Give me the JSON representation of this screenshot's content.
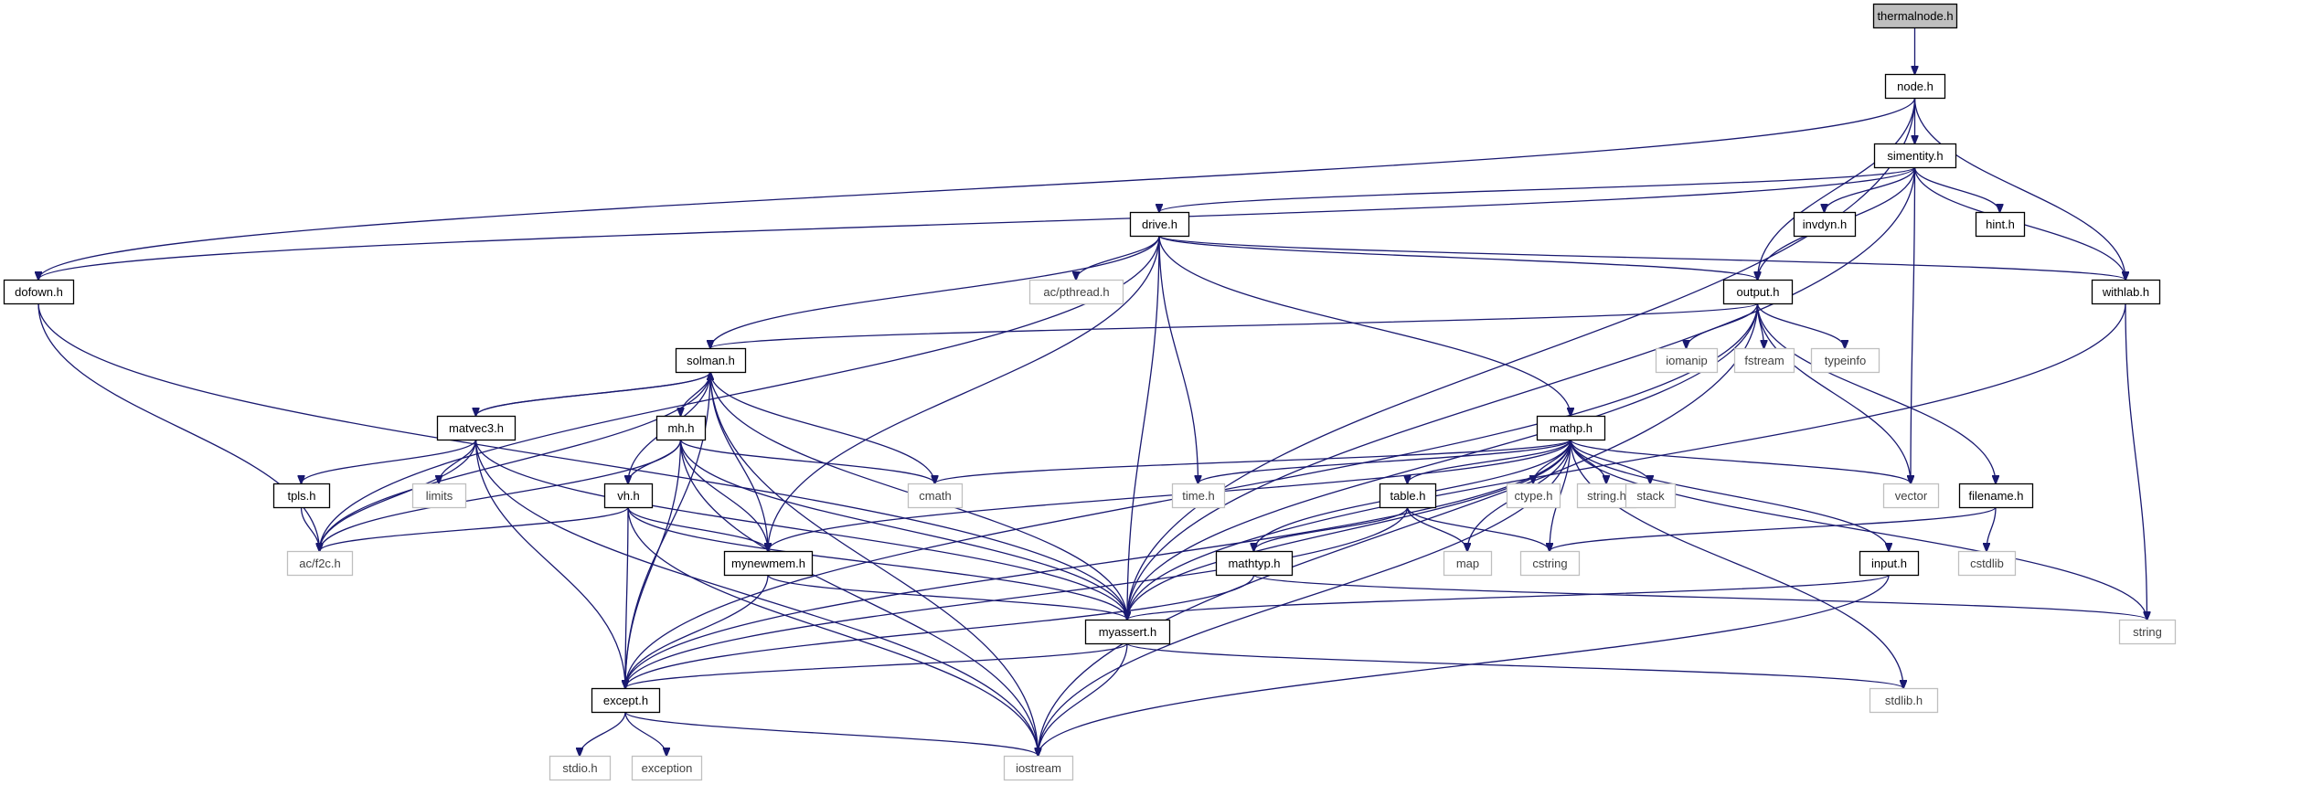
{
  "graph": {
    "colors": {
      "edge": "#191970",
      "node_border": "#000000",
      "external_border": "#bfbfbf",
      "external_text": "#404040",
      "root_fill": "#bfbfbf",
      "node_fill": "#ffffff"
    },
    "nodes": [
      {
        "id": "thermalnode",
        "label": "thermalnode.h",
        "kind": "root"
      },
      {
        "id": "node",
        "label": "node.h",
        "kind": "file"
      },
      {
        "id": "simentity",
        "label": "simentity.h",
        "kind": "file"
      },
      {
        "id": "drive",
        "label": "drive.h",
        "kind": "file"
      },
      {
        "id": "invdyn",
        "label": "invdyn.h",
        "kind": "file"
      },
      {
        "id": "hint",
        "label": "hint.h",
        "kind": "file"
      },
      {
        "id": "dofown",
        "label": "dofown.h",
        "kind": "file"
      },
      {
        "id": "pthread",
        "label": "ac/pthread.h",
        "kind": "external"
      },
      {
        "id": "output",
        "label": "output.h",
        "kind": "file"
      },
      {
        "id": "withlab",
        "label": "withlab.h",
        "kind": "file"
      },
      {
        "id": "solman",
        "label": "solman.h",
        "kind": "file"
      },
      {
        "id": "iomanip",
        "label": "iomanip",
        "kind": "external"
      },
      {
        "id": "fstream",
        "label": "fstream",
        "kind": "external"
      },
      {
        "id": "typeinfo",
        "label": "typeinfo",
        "kind": "external"
      },
      {
        "id": "matvec3",
        "label": "matvec3.h",
        "kind": "file"
      },
      {
        "id": "mh",
        "label": "mh.h",
        "kind": "file"
      },
      {
        "id": "mathp",
        "label": "mathp.h",
        "kind": "file"
      },
      {
        "id": "tpls",
        "label": "tpls.h",
        "kind": "file"
      },
      {
        "id": "limits",
        "label": "limits",
        "kind": "external"
      },
      {
        "id": "vh",
        "label": "vh.h",
        "kind": "file"
      },
      {
        "id": "cmath",
        "label": "cmath",
        "kind": "external"
      },
      {
        "id": "timeh",
        "label": "time.h",
        "kind": "external"
      },
      {
        "id": "table",
        "label": "table.h",
        "kind": "file"
      },
      {
        "id": "ctype",
        "label": "ctype.h",
        "kind": "external"
      },
      {
        "id": "stringh",
        "label": "string.h",
        "kind": "external"
      },
      {
        "id": "stack",
        "label": "stack",
        "kind": "external"
      },
      {
        "id": "vector",
        "label": "vector",
        "kind": "external"
      },
      {
        "id": "filename",
        "label": "filename.h",
        "kind": "file"
      },
      {
        "id": "f2c",
        "label": "ac/f2c.h",
        "kind": "external"
      },
      {
        "id": "mynewmem",
        "label": "mynewmem.h",
        "kind": "file"
      },
      {
        "id": "mathtyp",
        "label": "mathtyp.h",
        "kind": "file"
      },
      {
        "id": "map",
        "label": "map",
        "kind": "external"
      },
      {
        "id": "cstring",
        "label": "cstring",
        "kind": "external"
      },
      {
        "id": "input",
        "label": "input.h",
        "kind": "file"
      },
      {
        "id": "cstdlib",
        "label": "cstdlib",
        "kind": "external"
      },
      {
        "id": "myassert",
        "label": "myassert.h",
        "kind": "file"
      },
      {
        "id": "string",
        "label": "string",
        "kind": "external"
      },
      {
        "id": "except",
        "label": "except.h",
        "kind": "file"
      },
      {
        "id": "stdlib",
        "label": "stdlib.h",
        "kind": "external"
      },
      {
        "id": "stdio",
        "label": "stdio.h",
        "kind": "external"
      },
      {
        "id": "exception",
        "label": "exception",
        "kind": "external"
      },
      {
        "id": "iostream",
        "label": "iostream",
        "kind": "external"
      }
    ],
    "edges": [
      [
        "thermalnode",
        "node"
      ],
      [
        "node",
        "simentity"
      ],
      [
        "node",
        "dofown"
      ],
      [
        "node",
        "output"
      ],
      [
        "node",
        "withlab"
      ],
      [
        "node",
        "myassert"
      ],
      [
        "simentity",
        "dofown"
      ],
      [
        "simentity",
        "drive"
      ],
      [
        "simentity",
        "invdyn"
      ],
      [
        "simentity",
        "hint"
      ],
      [
        "simentity",
        "output"
      ],
      [
        "simentity",
        "withlab"
      ],
      [
        "simentity",
        "vector"
      ],
      [
        "simentity",
        "myassert"
      ],
      [
        "drive",
        "pthread"
      ],
      [
        "drive",
        "output"
      ],
      [
        "drive",
        "withlab"
      ],
      [
        "drive",
        "solman"
      ],
      [
        "drive",
        "mathp"
      ],
      [
        "drive",
        "timeh"
      ],
      [
        "drive",
        "myassert"
      ],
      [
        "drive",
        "f2c"
      ],
      [
        "drive",
        "mynewmem"
      ],
      [
        "dofown",
        "f2c"
      ],
      [
        "dofown",
        "myassert"
      ],
      [
        "output",
        "solman"
      ],
      [
        "output",
        "iomanip"
      ],
      [
        "output",
        "fstream"
      ],
      [
        "output",
        "typeinfo"
      ],
      [
        "output",
        "vector"
      ],
      [
        "output",
        "filename"
      ],
      [
        "output",
        "myassert"
      ],
      [
        "output",
        "except"
      ],
      [
        "output",
        "iostream"
      ],
      [
        "withlab",
        "myassert"
      ],
      [
        "withlab",
        "string"
      ],
      [
        "solman",
        "matvec3"
      ],
      [
        "solman",
        "mh"
      ],
      [
        "solman",
        "vh"
      ],
      [
        "solman",
        "cmath"
      ],
      [
        "solman",
        "mynewmem"
      ],
      [
        "solman",
        "myassert"
      ],
      [
        "solman",
        "iostream"
      ],
      [
        "solman",
        "f2c"
      ],
      [
        "solman",
        "except"
      ],
      [
        "matvec3",
        "solman"
      ],
      [
        "matvec3",
        "tpls"
      ],
      [
        "matvec3",
        "limits"
      ],
      [
        "matvec3",
        "f2c"
      ],
      [
        "matvec3",
        "myassert"
      ],
      [
        "matvec3",
        "except"
      ],
      [
        "matvec3",
        "iostream"
      ],
      [
        "mh",
        "vh"
      ],
      [
        "mh",
        "cmath"
      ],
      [
        "mh",
        "mynewmem"
      ],
      [
        "mh",
        "myassert"
      ],
      [
        "mh",
        "f2c"
      ],
      [
        "mh",
        "except"
      ],
      [
        "mh",
        "iostream"
      ],
      [
        "tpls",
        "f2c"
      ],
      [
        "vh",
        "f2c"
      ],
      [
        "vh",
        "mynewmem"
      ],
      [
        "vh",
        "myassert"
      ],
      [
        "vh",
        "except"
      ],
      [
        "vh",
        "iostream"
      ],
      [
        "mathp",
        "cmath"
      ],
      [
        "mathp",
        "timeh"
      ],
      [
        "mathp",
        "table"
      ],
      [
        "mathp",
        "ctype"
      ],
      [
        "mathp",
        "stringh"
      ],
      [
        "mathp",
        "stack"
      ],
      [
        "mathp",
        "vector"
      ],
      [
        "mathp",
        "mynewmem"
      ],
      [
        "mathp",
        "mathtyp"
      ],
      [
        "mathp",
        "map"
      ],
      [
        "mathp",
        "cstring"
      ],
      [
        "mathp",
        "input"
      ],
      [
        "mathp",
        "myassert"
      ],
      [
        "mathp",
        "string"
      ],
      [
        "mathp",
        "except"
      ],
      [
        "mathp",
        "stdlib"
      ],
      [
        "mathp",
        "iostream"
      ],
      [
        "table",
        "mathtyp"
      ],
      [
        "table",
        "map"
      ],
      [
        "table",
        "cstring"
      ],
      [
        "table",
        "except"
      ],
      [
        "filename",
        "cstring"
      ],
      [
        "filename",
        "cstdlib"
      ],
      [
        "mynewmem",
        "myassert"
      ],
      [
        "mynewmem",
        "except"
      ],
      [
        "mathtyp",
        "except"
      ],
      [
        "mathtyp",
        "string"
      ],
      [
        "input",
        "myassert"
      ],
      [
        "input",
        "iostream"
      ],
      [
        "myassert",
        "except"
      ],
      [
        "myassert",
        "iostream"
      ],
      [
        "myassert",
        "stdlib"
      ],
      [
        "except",
        "stdio"
      ],
      [
        "except",
        "exception"
      ],
      [
        "except",
        "iostream"
      ]
    ]
  }
}
